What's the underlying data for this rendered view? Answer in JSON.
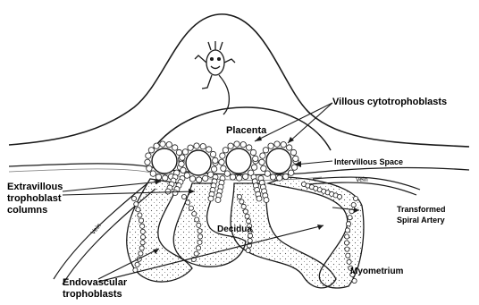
{
  "labels": {
    "villous_cytotrophoblasts": "Villous cytotrophoblasts",
    "placenta": "Placenta",
    "intervillous_space": "Intervillous Space",
    "extravillous_line1": "Extravillous",
    "extravillous_line2": "trophoblast",
    "extravillous_line3": "columns",
    "vein_right": "Vein",
    "vein_left": "Vein",
    "transformed_line1": "Transformed",
    "transformed_line2": "Spiral Artery",
    "decidua": "Decidua",
    "myometrium": "Myometrium",
    "endovascular_line1": "Endovascular",
    "endovascular_line2": "trophoblasts"
  },
  "colors": {
    "ink": "#1a1a1a",
    "background": "#ffffff"
  }
}
